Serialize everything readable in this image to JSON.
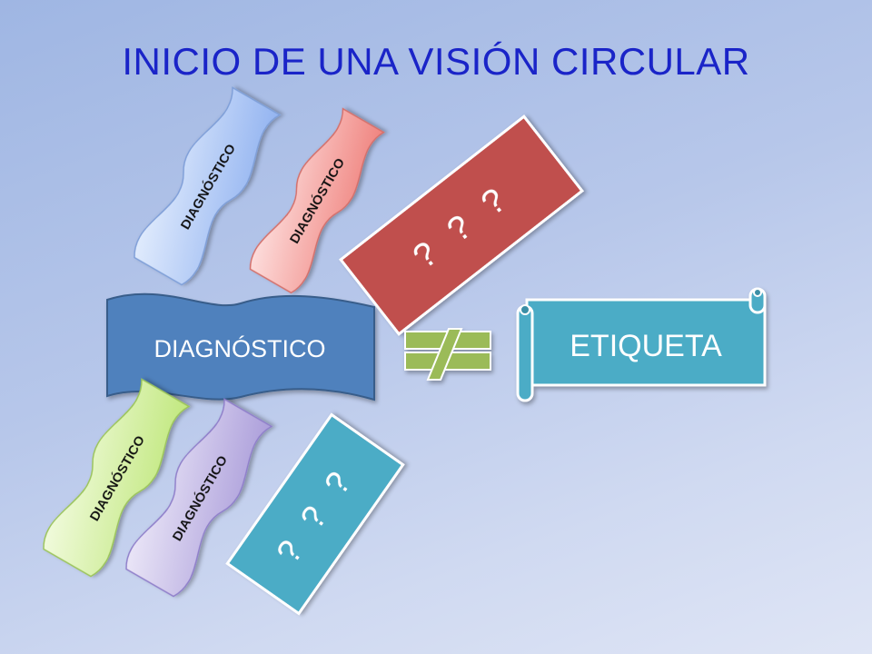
{
  "slide": {
    "title": "INICIO DE UNA VISIÓN CIRCULAR"
  },
  "diagram": {
    "main_label": "DIAGNÓSTICO",
    "top_banners": [
      "DIAGNÓSTICO",
      "DIAGNÓSTICO"
    ],
    "bottom_banners": [
      "DIAGNÓSTICO",
      "DIAGNÓSTICO"
    ],
    "question_top": "? ? ?",
    "question_bottom": "? ? ?",
    "not_equal_symbol": "≠",
    "scroll_label": "ETIQUETA"
  },
  "colors": {
    "title": "#1a24c8",
    "main_wave": "#4f81bd",
    "banner_blue": "#b9d0f7",
    "banner_pink": "#f4a3a0",
    "banner_green": "#d6f1a3",
    "banner_lavender": "#c7bde8",
    "question_red": "#c0504d",
    "question_teal": "#4bacc6",
    "not_equal": "#9bbb59",
    "scroll": "#4bacc6"
  }
}
